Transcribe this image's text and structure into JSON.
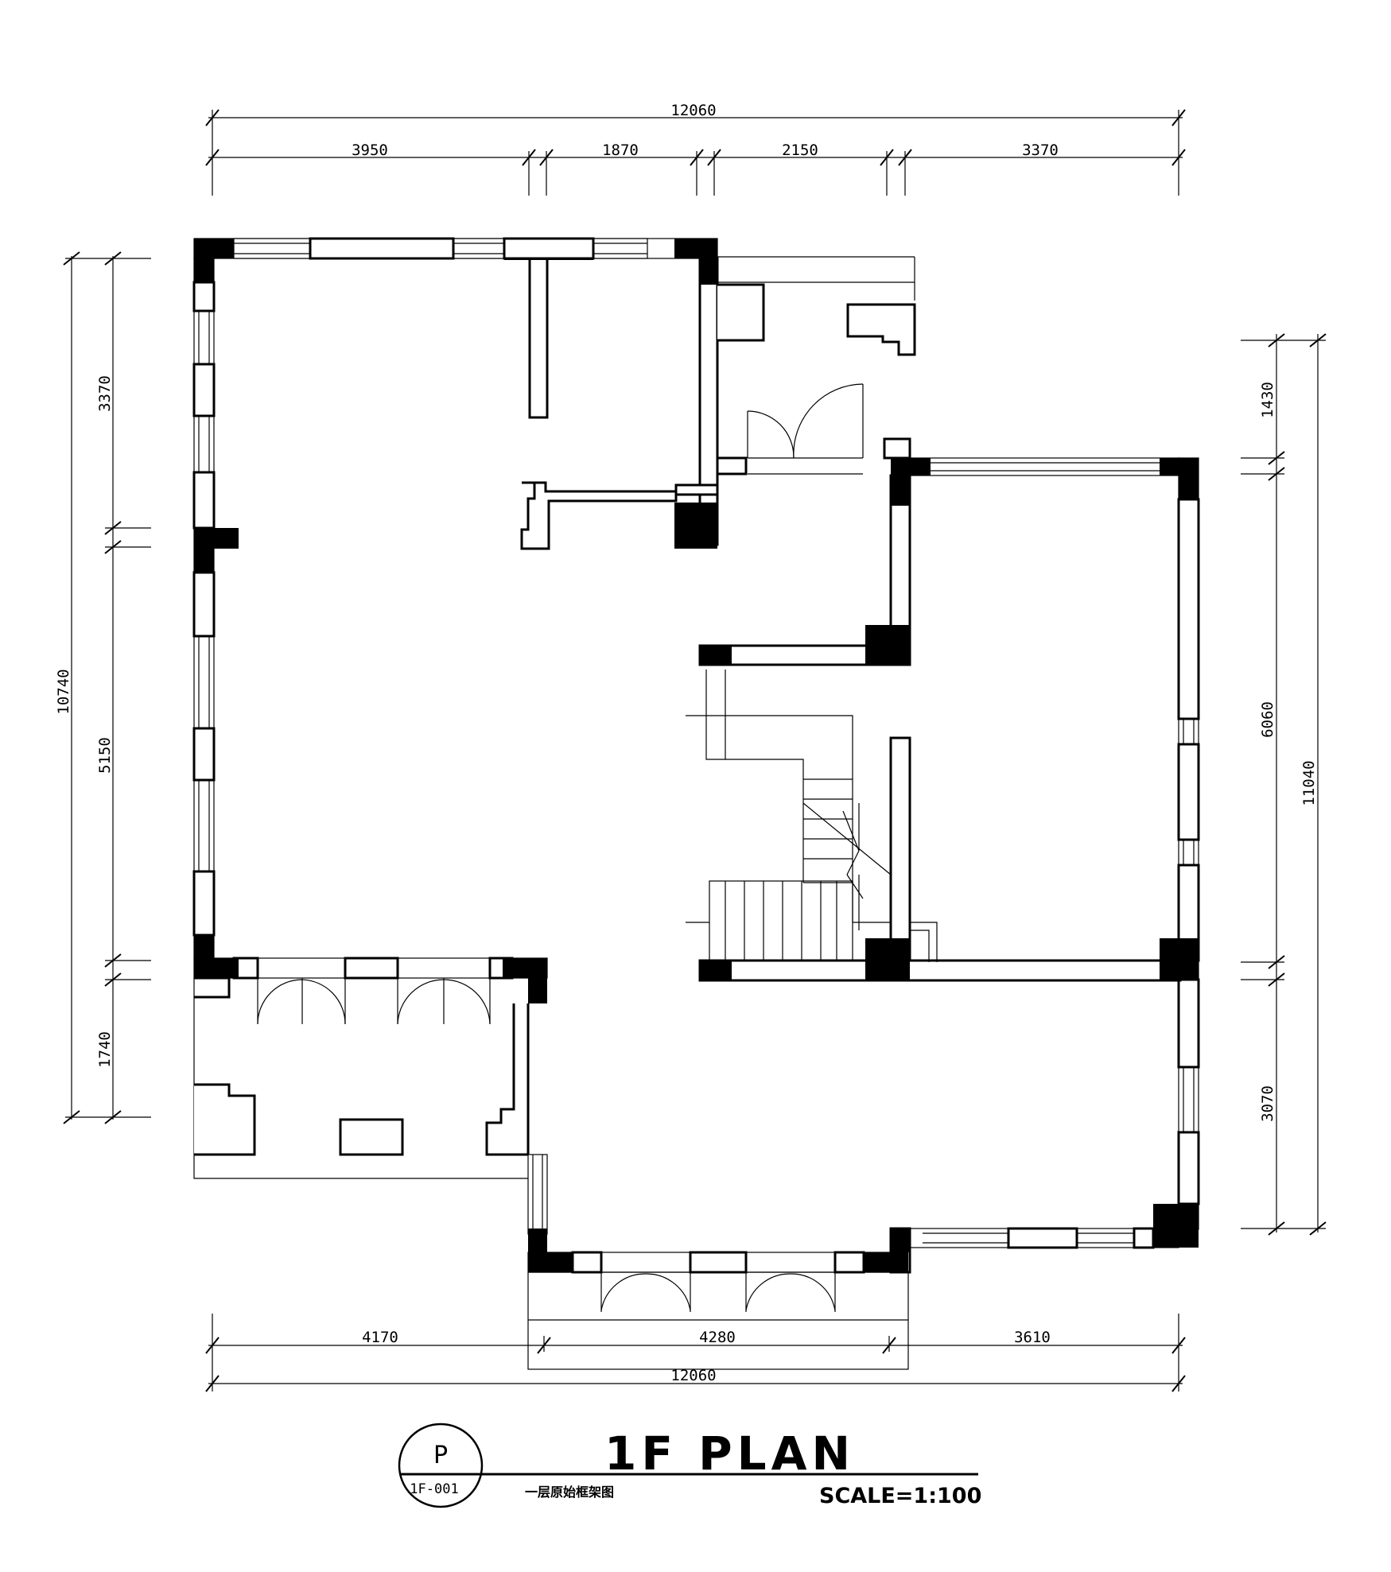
{
  "drawing": {
    "title": "1F PLAN",
    "subtitle": "一层原始框架图",
    "scale": "SCALE=1:100",
    "sheet_letter": "P",
    "sheet_number": "1F-001"
  },
  "dimensions": {
    "top_overall": "12060",
    "top_segments": [
      "3950",
      "1870",
      "2150",
      "3370"
    ],
    "bottom_segments": [
      "4170",
      "4280",
      "3610"
    ],
    "bottom_overall": "12060",
    "left_overall": "10740",
    "left_segments": [
      "3370",
      "5150",
      "1740"
    ],
    "right_overall": "11040",
    "right_segments": [
      "1430",
      "6060",
      "3070"
    ]
  }
}
